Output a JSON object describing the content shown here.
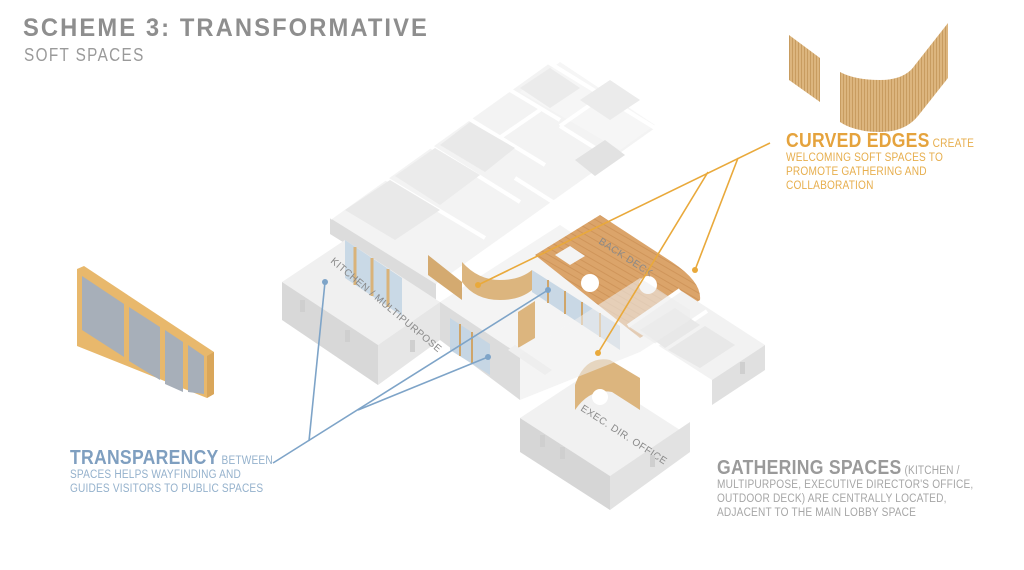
{
  "header": {
    "title": "SCHEME 3: TRANSFORMATIVE",
    "subtitle": "SOFT SPACES"
  },
  "callouts": {
    "curved_edges": {
      "lead": "CURVED EDGES",
      "line1_rest": " CREATE",
      "line2": "WELCOMING SOFT SPACES TO",
      "line3": "PROMOTE GATHERING AND",
      "line4": "COLLABORATION",
      "color": "#e5a33d"
    },
    "transparency": {
      "lead": "TRANSPARENCY",
      "line1_rest": " BETWEEN",
      "line2": "SPACES HELPS WAYFINDING AND",
      "line3": "GUIDES VISITORS TO PUBLIC SPACES",
      "color": "#7f9fc0"
    },
    "gathering_spaces": {
      "lead": "GATHERING SPACES",
      "line1_rest": " (KITCHEN /",
      "line2": "MULTIPURPOSE, EXECUTIVE DIRECTOR'S OFFICE,",
      "line3": "OUTDOOR DECK) ARE CENTRALLY LOCATED,",
      "line4": "ADJACENT TO THE MAIN LOBBY SPACE",
      "color": "#9a9a9a"
    }
  },
  "rooms": {
    "kitchen": "KITCHEN / MULTIPURPOSE",
    "deck": "BACK DECK",
    "office": "EXEC. DIR. OFFICE"
  },
  "icons": {
    "curved_wall": "curved-wood-slat-wall-icon",
    "window": "glass-window-wall-icon"
  }
}
